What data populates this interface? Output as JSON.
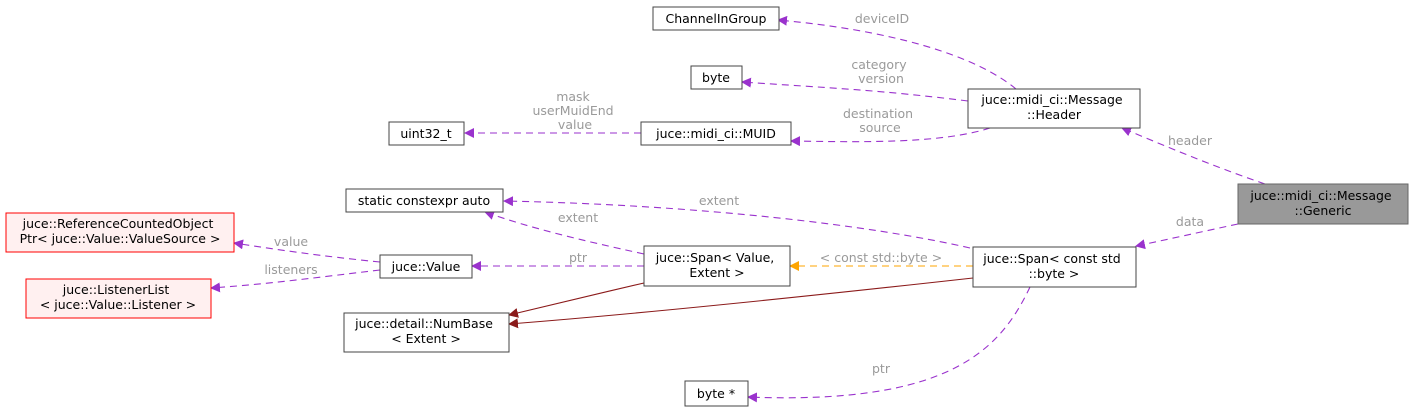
{
  "nodes": {
    "channel_in_group": [
      "ChannelInGroup"
    ],
    "byte": [
      "byte"
    ],
    "uint32_t": [
      "uint32_t"
    ],
    "muid": [
      "juce::midi_ci::MUID"
    ],
    "header": [
      "juce::midi_ci::Message",
      "::Header"
    ],
    "generic": [
      "juce::midi_ci::Message",
      "::Generic"
    ],
    "static_constexpr_auto": [
      "static constexpr auto"
    ],
    "ref_counted_object_ptr": [
      "juce::ReferenceCountedObject",
      "Ptr< juce::Value::ValueSource >"
    ],
    "listener_list": [
      "juce::ListenerList",
      "< juce::Value::Listener >"
    ],
    "value": [
      "juce::Value"
    ],
    "span_value_extent": [
      "juce::Span< Value,",
      "Extent >"
    ],
    "span_const_byte": [
      "juce::Span< const std",
      "::byte >"
    ],
    "num_base": [
      "juce::detail::NumBase",
      "< Extent >"
    ],
    "byte_ptr": [
      "byte *"
    ]
  },
  "edge_labels": {
    "device_id": [
      "deviceID"
    ],
    "category_version": [
      "category",
      "version"
    ],
    "mask_usermuidend_value": [
      "mask",
      "userMuidEnd",
      "value"
    ],
    "destination_source": [
      "destination",
      "source"
    ],
    "header": [
      "header"
    ],
    "extent_top": [
      "extent"
    ],
    "data": [
      "data"
    ],
    "extent_span": [
      "extent"
    ],
    "value": [
      "value"
    ],
    "ptr_value": [
      "ptr"
    ],
    "template_args": [
      "< const std::byte >"
    ],
    "listeners": [
      "listeners"
    ],
    "ptr_byte": [
      "ptr"
    ]
  },
  "colors": {
    "member_edge": "#9a32cd",
    "template_edge": "#ffa500",
    "inheritance_edge": "#8b1a1a",
    "focus_node_fill": "#999999",
    "incomplete_node_border": "#ff0000",
    "edge_label_text": "#9a9a9a"
  }
}
